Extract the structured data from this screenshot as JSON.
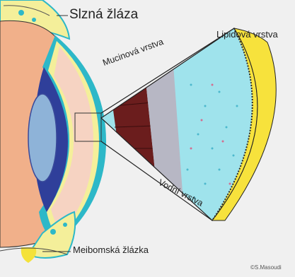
{
  "labels": {
    "tear_gland": "Slzná žláza",
    "lipid_layer": "Lipidová vrstva",
    "mucin_layer": "Mucinová vrstva",
    "aqueous_layer": "Vodní vrstva",
    "meibomian_gland": "Meibomská žlázka",
    "copyright": "©S.Masoudi"
  },
  "colors": {
    "background": "#e9e9e9",
    "eyelid_skin": "#f1b08a",
    "iris": "#2f3f9a",
    "lens": "#8eb3d8",
    "cornea_rim": "#2db8c8",
    "gland_yellow": "#f4e23a",
    "mucin_dark": "#6b1d1d",
    "aqueous": "#9fe3ec",
    "lipid": "#f7e23c"
  }
}
